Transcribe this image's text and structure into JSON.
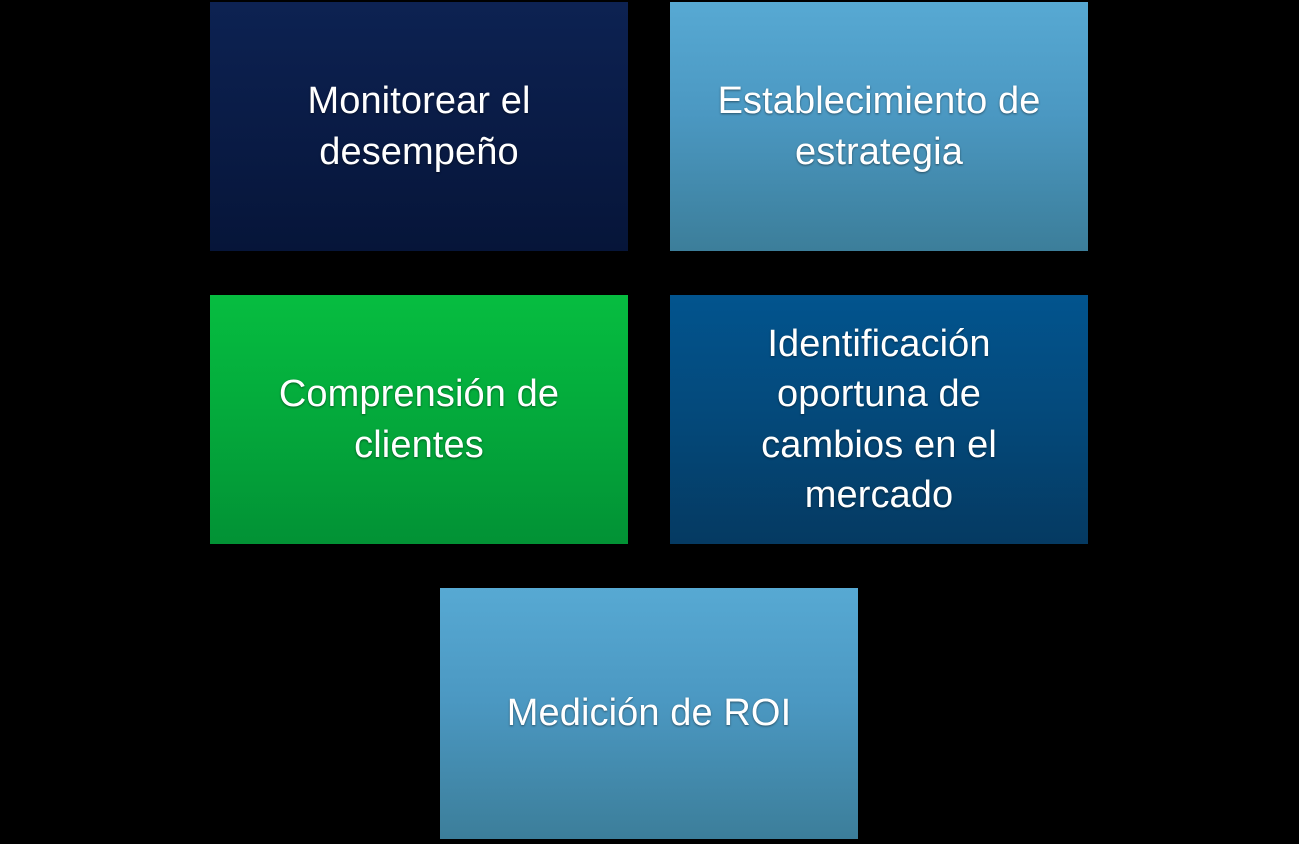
{
  "diagram": {
    "background_color": "#000000",
    "text_color": "#ffffff",
    "cards": [
      {
        "id": "monitorear-desempeno",
        "label": "Monitorear el\ndesempeño",
        "color_top": "#0d2252",
        "color_bottom": "#061539",
        "column": "left",
        "row": "top"
      },
      {
        "id": "establecimiento-estrategia",
        "label": "Establecimiento de\nestrategia",
        "color_top": "#57a9d3",
        "color_bottom": "#3c7e9a",
        "column": "right",
        "row": "top"
      },
      {
        "id": "comprension-clientes",
        "label": "Comprensión de\nclientes",
        "color_top": "#06bd40",
        "color_bottom": "#029235",
        "column": "left",
        "row": "middle"
      },
      {
        "id": "identificacion-cambios",
        "label": "Identificación\noportuna de\ncambios en el\nmercado",
        "color_top": "#02548e",
        "color_bottom": "#053a62",
        "column": "right",
        "row": "middle"
      },
      {
        "id": "medicion-roi",
        "label": "Medición de ROI",
        "color_top": "#57a9d3",
        "color_bottom": "#3c7e9a",
        "column": "center",
        "row": "bottom"
      }
    ]
  }
}
